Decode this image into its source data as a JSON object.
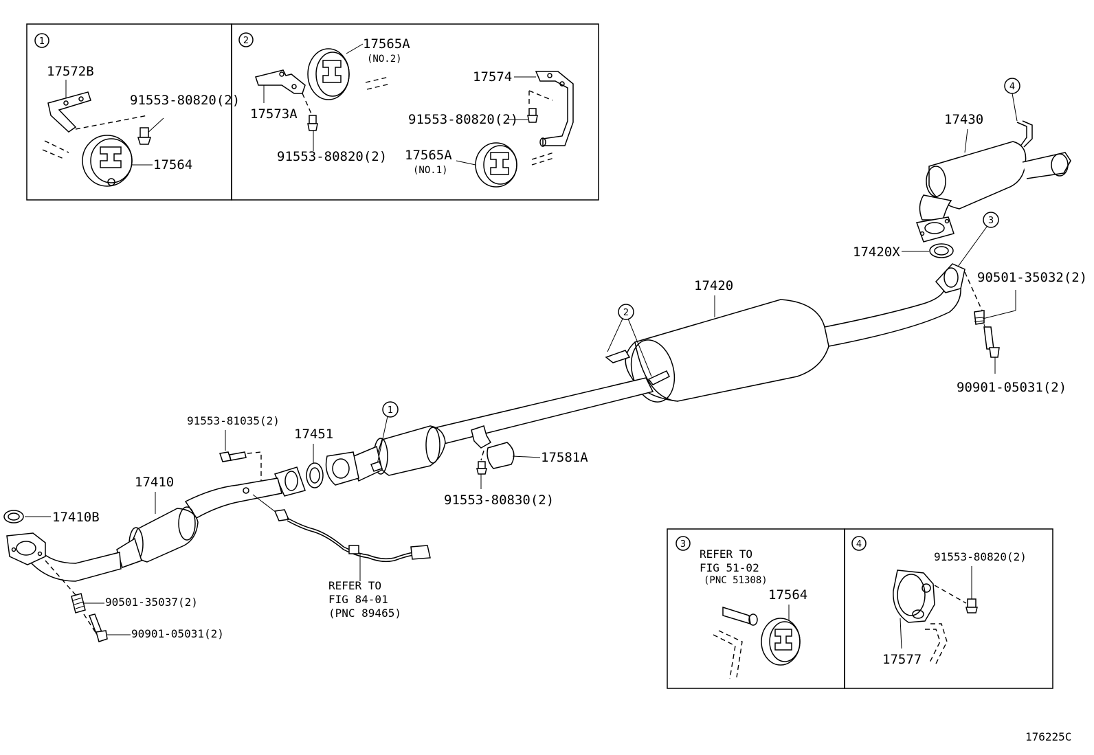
{
  "inset_boxes": {
    "box1": {
      "number": "1",
      "labels": {
        "bracket": "17572B",
        "bolt": "91553-80820(2)",
        "hanger": "17564"
      }
    },
    "box2": {
      "number": "2",
      "labels": {
        "hanger_no2": "17565A",
        "hanger_no2_note": "(NO.2)",
        "bracket_a": "17573A",
        "bolt_a": "91553-80820(2)",
        "bracket_b": "17574",
        "bolt_b": "91553-80820(2)",
        "hanger_no1": "17565A",
        "hanger_no1_note": "(NO.1)"
      }
    },
    "box3": {
      "number": "3",
      "ref_line1": "REFER TO",
      "ref_line2": "FIG 51-02",
      "ref_line3": "(PNC 51308)",
      "hanger": "17564"
    },
    "box4": {
      "number": "4",
      "bolt": "91553-80820(2)",
      "hanger": "17577"
    }
  },
  "main": {
    "callout_1": "1",
    "callout_2": "2",
    "callout_3": "3",
    "callout_4": "4",
    "parts": {
      "tail_pipe": "17430",
      "gasket_rear": "17420X",
      "center_pipe": "17420",
      "spring_bolt_rear": "90501-35032(2)",
      "bolt_rear": "90901-05031(2)",
      "bolt_front_flange": "91553-81035(2)",
      "gasket_mid": "17451",
      "heat_insulator": "17581A",
      "bolt_insulator": "91553-80830(2)",
      "front_pipe": "17410",
      "gasket_front": "17410B",
      "spring_front": "90501-35037(2)",
      "bolt_front": "90901-05031(2)"
    },
    "sensor_ref_line1": "REFER TO",
    "sensor_ref_line2": "FIG 84-01",
    "sensor_ref_line3": "(PNC 89465)"
  },
  "figure_code": "176225C"
}
